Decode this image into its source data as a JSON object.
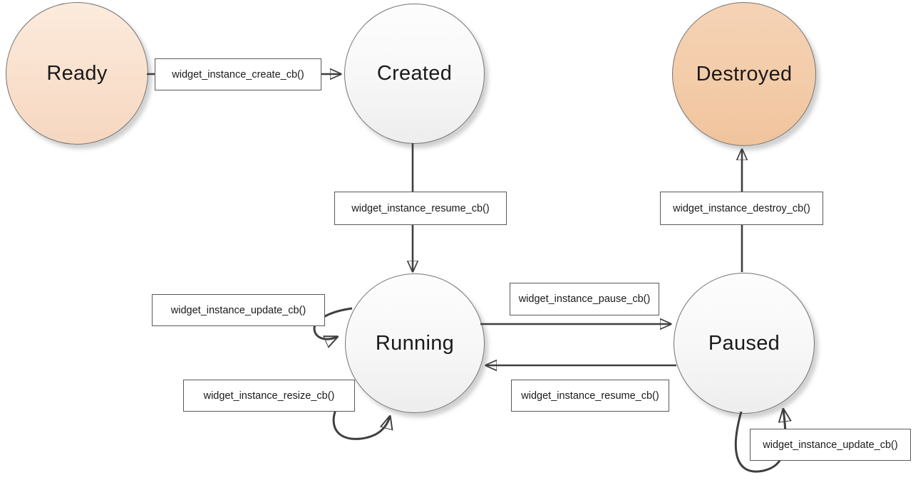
{
  "diagram": {
    "background": "#ffffff",
    "nodes": [
      {
        "id": "ready",
        "label": "Ready",
        "fill_top": "#fcebdd",
        "fill_bottom": "#f6d7c0"
      },
      {
        "id": "created",
        "label": "Created",
        "fill_top": "#fdfdfd",
        "fill_bottom": "#eeeded"
      },
      {
        "id": "destroyed",
        "label": "Destroyed",
        "fill_top": "#f5d3b5",
        "fill_bottom": "#f0c39c"
      },
      {
        "id": "running",
        "label": "Running",
        "fill_top": "#fdfdfd",
        "fill_bottom": "#eeeded"
      },
      {
        "id": "paused",
        "label": "Paused",
        "fill_top": "#fdfdfd",
        "fill_bottom": "#eeeded"
      }
    ],
    "edges": [
      {
        "from": "Ready",
        "to": "Created",
        "label": "widget_instance_create_cb()"
      },
      {
        "from": "Created",
        "to": "Running",
        "label": "widget_instance_resume_cb()"
      },
      {
        "from": "Running",
        "to": "Paused",
        "label": "widget_instance_pause_cb()"
      },
      {
        "from": "Paused",
        "to": "Running",
        "label": "widget_instance_resume_cb()"
      },
      {
        "from": "Paused",
        "to": "Destroyed",
        "label": "widget_instance_destroy_cb()"
      },
      {
        "from": "Running",
        "to": "Running",
        "label": "widget_instance_update_cb()"
      },
      {
        "from": "Running",
        "to": "Running",
        "label": "widget_instance_resize_cb()"
      },
      {
        "from": "Paused",
        "to": "Paused",
        "label": "widget_instance_update_cb()"
      }
    ],
    "colors": {
      "arrow": "#3f3f3f",
      "box_border": "#595959",
      "node_border": "#737373",
      "text": "#1a1a1a"
    }
  }
}
